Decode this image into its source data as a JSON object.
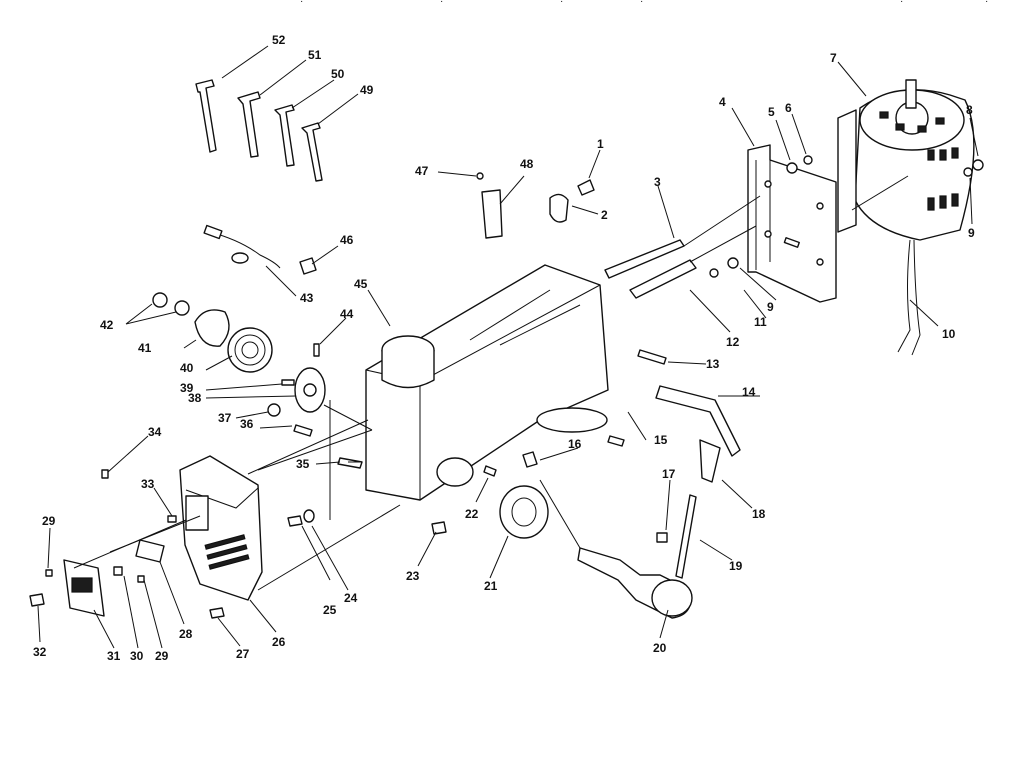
{
  "header": {
    "fragments": [
      "·",
      "·",
      "·",
      "·",
      "·",
      "·"
    ]
  },
  "callouts": [
    {
      "id": "c1",
      "text": "1"
    },
    {
      "id": "c2",
      "text": "2"
    },
    {
      "id": "c3",
      "text": "3"
    },
    {
      "id": "c4",
      "text": "4"
    },
    {
      "id": "c5",
      "text": "5"
    },
    {
      "id": "c6",
      "text": "6"
    },
    {
      "id": "c7",
      "text": "7"
    },
    {
      "id": "c8",
      "text": "8"
    },
    {
      "id": "c9a",
      "text": "9"
    },
    {
      "id": "c9b",
      "text": "9"
    },
    {
      "id": "c10",
      "text": "10"
    },
    {
      "id": "c11",
      "text": "11"
    },
    {
      "id": "c12",
      "text": "12"
    },
    {
      "id": "c13",
      "text": "13"
    },
    {
      "id": "c14",
      "text": "14"
    },
    {
      "id": "c15",
      "text": "15"
    },
    {
      "id": "c16",
      "text": "16"
    },
    {
      "id": "c17",
      "text": "17"
    },
    {
      "id": "c18",
      "text": "18"
    },
    {
      "id": "c19",
      "text": "19"
    },
    {
      "id": "c20",
      "text": "20"
    },
    {
      "id": "c21",
      "text": "21"
    },
    {
      "id": "c22",
      "text": "22"
    },
    {
      "id": "c23",
      "text": "23"
    },
    {
      "id": "c24",
      "text": "24"
    },
    {
      "id": "c25",
      "text": "25"
    },
    {
      "id": "c26",
      "text": "26"
    },
    {
      "id": "c27",
      "text": "27"
    },
    {
      "id": "c28",
      "text": "28"
    },
    {
      "id": "c29a",
      "text": "29"
    },
    {
      "id": "c29b",
      "text": "29"
    },
    {
      "id": "c30",
      "text": "30"
    },
    {
      "id": "c31",
      "text": "31"
    },
    {
      "id": "c32",
      "text": "32"
    },
    {
      "id": "c33",
      "text": "33"
    },
    {
      "id": "c34",
      "text": "34"
    },
    {
      "id": "c35",
      "text": "35"
    },
    {
      "id": "c36",
      "text": "36"
    },
    {
      "id": "c37",
      "text": "37"
    },
    {
      "id": "c38",
      "text": "38"
    },
    {
      "id": "c39",
      "text": "39"
    },
    {
      "id": "c40",
      "text": "40"
    },
    {
      "id": "c41",
      "text": "41"
    },
    {
      "id": "c42",
      "text": "42"
    },
    {
      "id": "c43",
      "text": "43"
    },
    {
      "id": "c44",
      "text": "44"
    },
    {
      "id": "c45",
      "text": "45"
    },
    {
      "id": "c46",
      "text": "46"
    },
    {
      "id": "c47",
      "text": "47"
    },
    {
      "id": "c48",
      "text": "48"
    },
    {
      "id": "c49",
      "text": "49"
    },
    {
      "id": "c50",
      "text": "50"
    },
    {
      "id": "c51",
      "text": "51"
    },
    {
      "id": "c52",
      "text": "52"
    }
  ]
}
